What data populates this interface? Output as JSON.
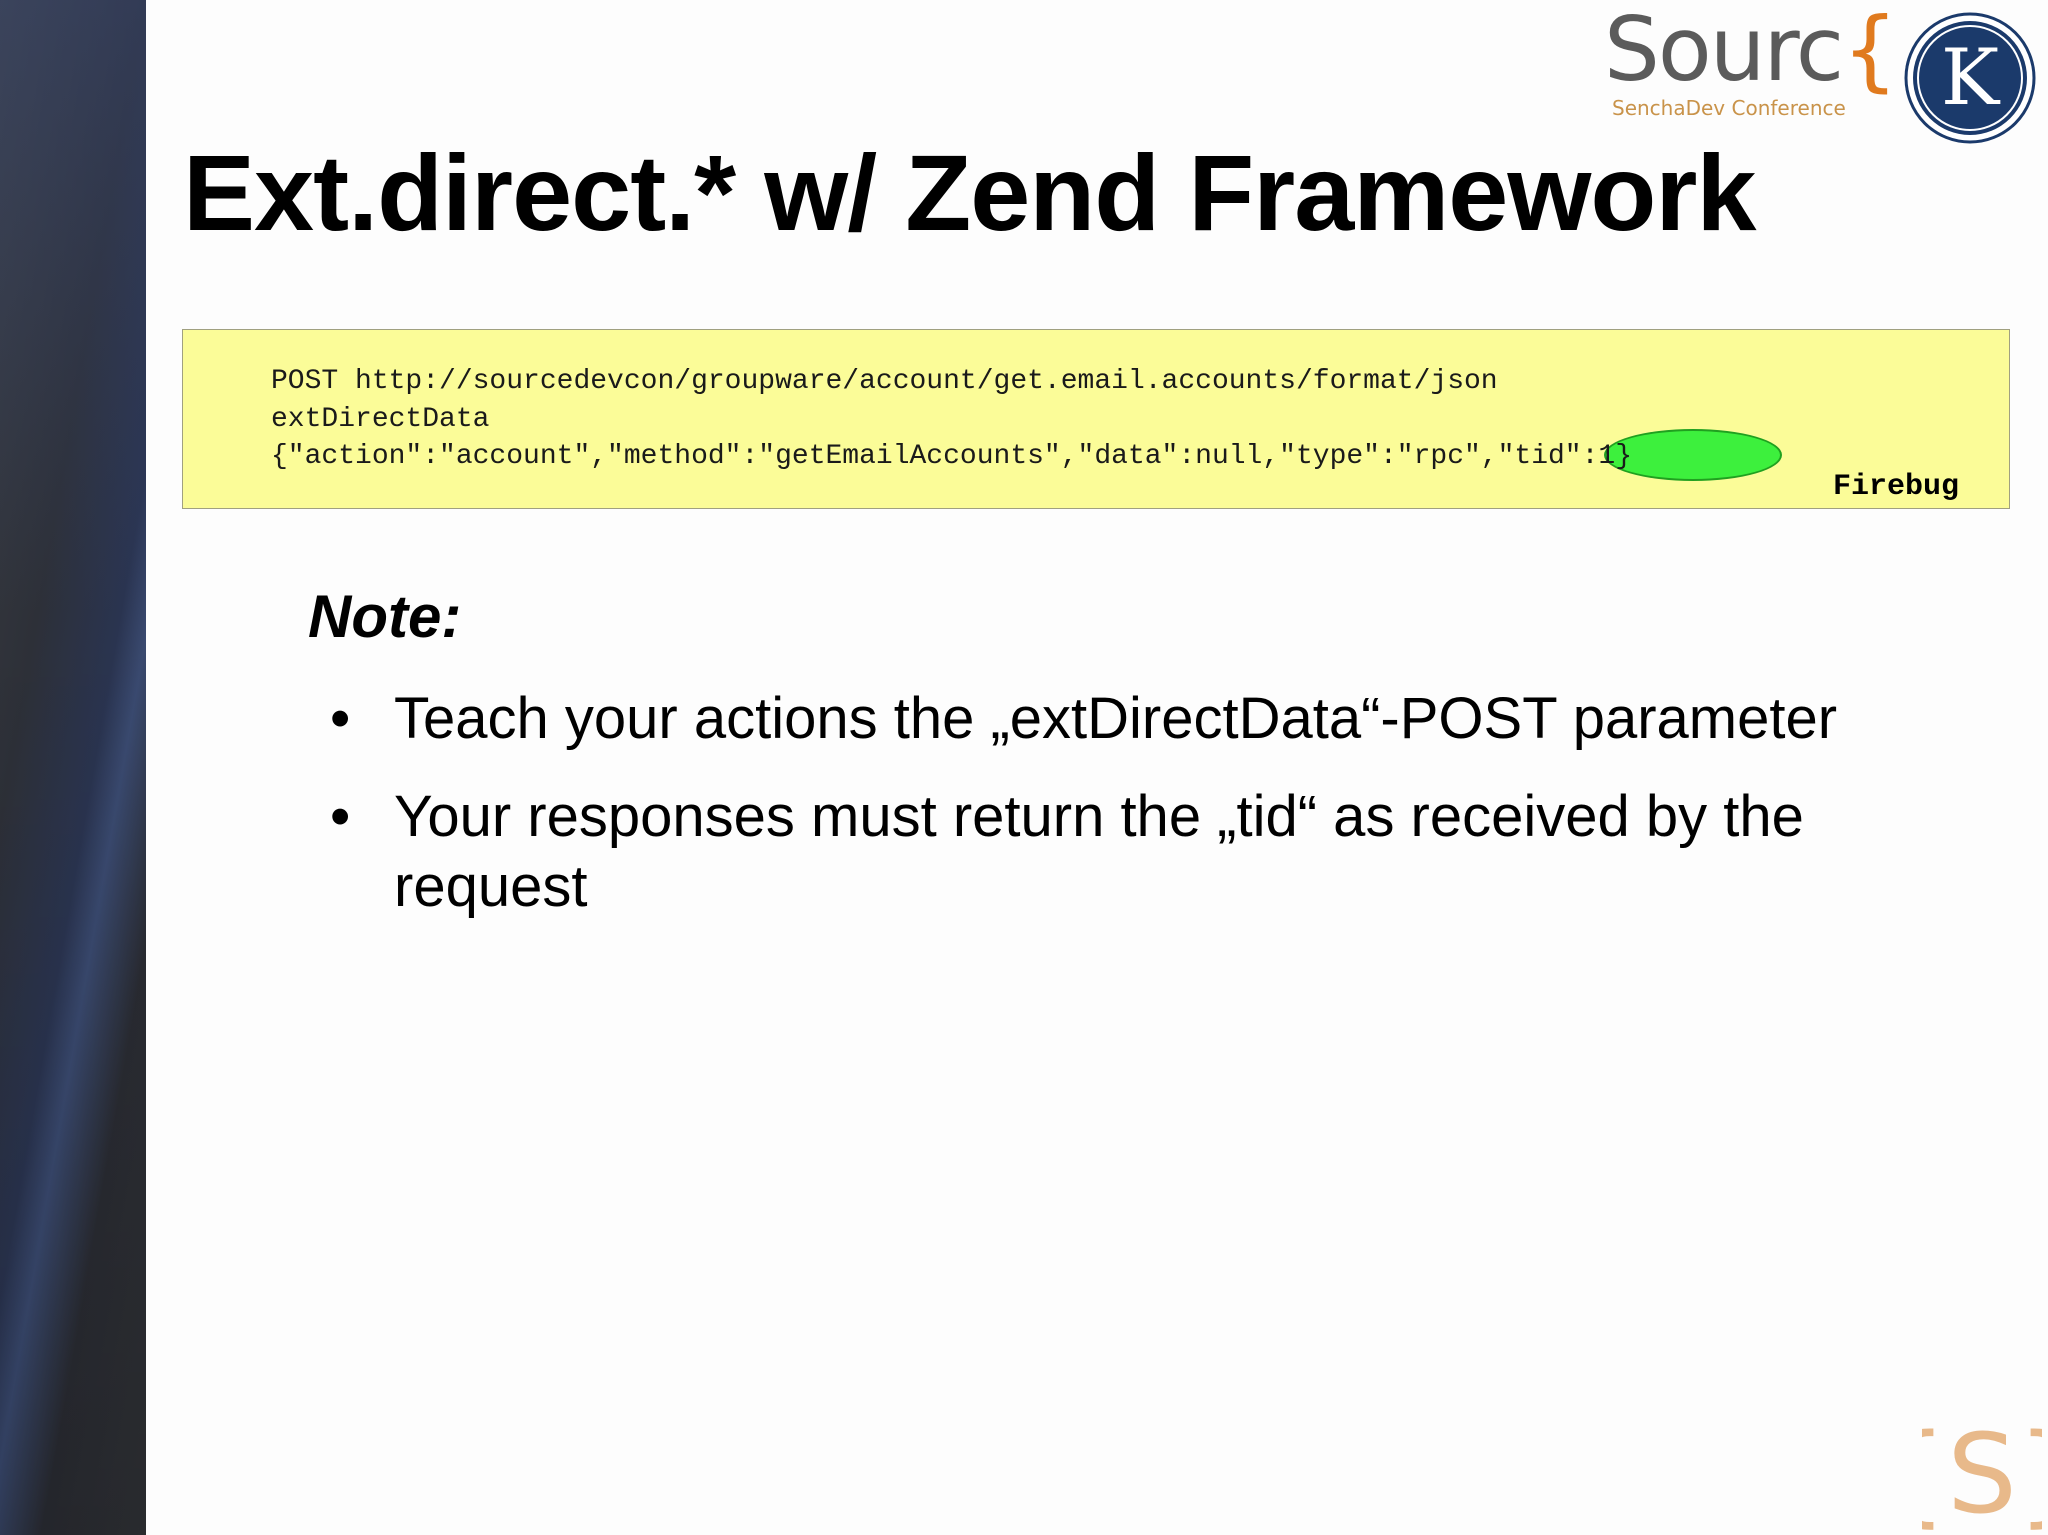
{
  "slide": {
    "title": "Ext.direct.* w/ Zend Framework",
    "logo": {
      "word": "Sourc",
      "brace": "{",
      "subtitle": "SenchaDev Conference",
      "badge_letter": "K",
      "brand_color": "#e07a1e"
    },
    "code": {
      "lines": [
        "POST http://sourcedevcon/groupware/account/get.email.accounts/format/json",
        "extDirectData",
        "{\"action\":\"account\",\"method\":\"getEmailAccounts\",\"data\":null,\"type\":\"rpc\",\"tid\":1}"
      ],
      "caption": "Firebug",
      "background_color": "#fbfc98",
      "highlight_color": "#3df03d"
    },
    "note": {
      "heading": "Note:",
      "bullets": [
        "Teach your actions the „extDirectData“-POST parameter",
        "Your responses must return the „tid“ as received by the request"
      ]
    },
    "corner_logo": {
      "text": "{S}"
    }
  }
}
